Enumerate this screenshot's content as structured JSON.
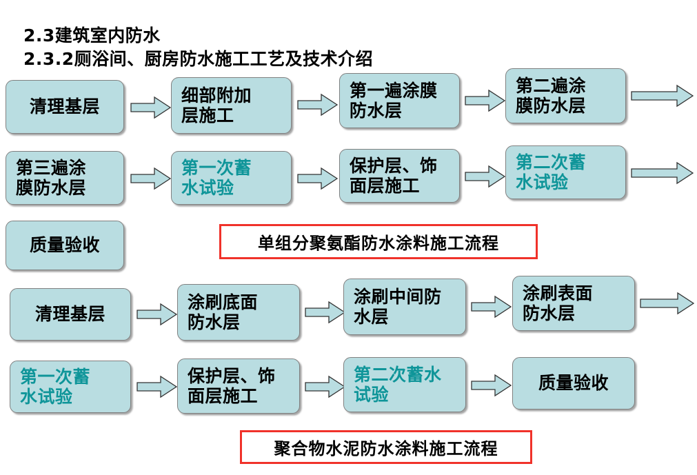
{
  "headings": {
    "line1": "2.3建筑室内防水",
    "line2": "2.3.2厕浴间、厨房防水施工工艺及技术介绍"
  },
  "colors": {
    "box_fill": "#b9dde1",
    "box_border": "#808080",
    "text_dark": "#000000",
    "text_teal": "#0f9599",
    "caption_border": "#f0322a",
    "arrow_fill": "#b9dde1",
    "arrow_stroke": "#333333",
    "page_background": "#ffffff"
  },
  "flow1": {
    "caption": "单组分聚氨酯防水涂料施工流程",
    "steps": [
      {
        "id": "f1-s1",
        "label": "清理基层",
        "highlight": false
      },
      {
        "id": "f1-s2",
        "label": "细部附加\n层施工",
        "highlight": false
      },
      {
        "id": "f1-s3",
        "label": "第一遍涂膜\n防水层",
        "highlight": false
      },
      {
        "id": "f1-s4",
        "label": "第二遍涂\n膜防水层",
        "highlight": false
      },
      {
        "id": "f1-s5",
        "label": "第三遍涂\n膜防水层",
        "highlight": false
      },
      {
        "id": "f1-s6",
        "label": "第一次蓄\n水试验",
        "highlight": true
      },
      {
        "id": "f1-s7",
        "label": "保护层、饰\n面层施工",
        "highlight": false
      },
      {
        "id": "f1-s8",
        "label": "第二次蓄\n水试验",
        "highlight": true
      },
      {
        "id": "f1-s9",
        "label": "质量验收",
        "highlight": false
      }
    ]
  },
  "flow2": {
    "caption": "聚合物水泥防水涂料施工流程",
    "steps": [
      {
        "id": "f2-s1",
        "label": "清理基层",
        "highlight": false
      },
      {
        "id": "f2-s2",
        "label": "涂刷底面\n防水层",
        "highlight": false
      },
      {
        "id": "f2-s3",
        "label": "涂刷中间防\n水层",
        "highlight": false
      },
      {
        "id": "f2-s4",
        "label": "涂刷表面\n防水层",
        "highlight": false
      },
      {
        "id": "f2-s5",
        "label": "第一次蓄\n水试验",
        "highlight": true
      },
      {
        "id": "f2-s6",
        "label": "保护层、饰\n面层施工",
        "highlight": false
      },
      {
        "id": "f2-s7",
        "label": "第二次蓄水\n试验",
        "highlight": true
      },
      {
        "id": "f2-s8",
        "label": "质量验收",
        "highlight": false
      }
    ]
  },
  "arrows": {
    "icon": "right-block-arrow",
    "count": 14
  }
}
